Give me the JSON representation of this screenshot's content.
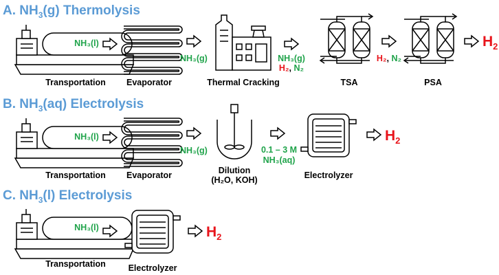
{
  "colors": {
    "title": "#5b9bd5",
    "green": "#1fa34a",
    "red": "#e8141b"
  },
  "sections": {
    "a": {
      "prefix": "A. NH",
      "sub": "3",
      "suffix": "(g) Thermolysis"
    },
    "b": {
      "prefix": "B. NH",
      "sub": "3",
      "suffix": "(aq) Electrolysis"
    },
    "c": {
      "prefix": "C. NH",
      "sub": "3",
      "suffix": "(l) Electrolysis"
    }
  },
  "captions": {
    "transportation": "Transportation",
    "evaporator": "Evaporator",
    "thermal_cracking": "Thermal Cracking",
    "tsa": "TSA",
    "psa": "PSA",
    "dilution": "Dilution",
    "dilution_detail": "(H₂O, KOH)",
    "electrolyzer": "Electrolyzer"
  },
  "chem": {
    "nh3_liquid": "NH₃(l)",
    "nh3_gas": "NH₃(g)",
    "h2n2_h2": "H₂",
    "h2n2_sep": ", ",
    "h2n2_n2": "N₂",
    "concentration": "0.1 – 3 M",
    "nh3_aq": "NH₃(aq)",
    "product_h": "H",
    "product_sub": "2"
  }
}
